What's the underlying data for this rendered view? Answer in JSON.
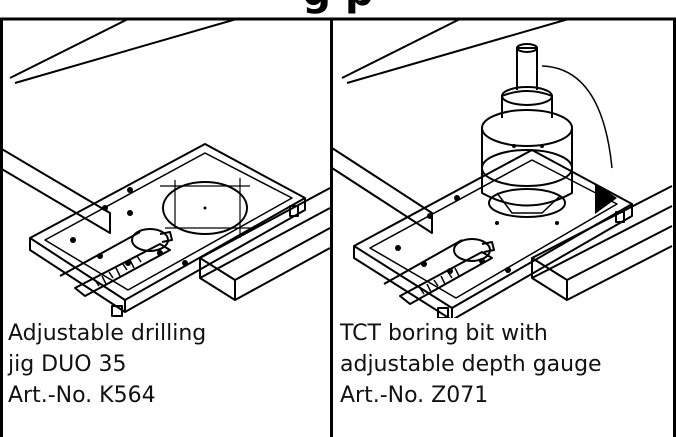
{
  "heading": "g    p",
  "panels": [
    {
      "caption_lines": [
        "Adjustable drilling",
        "jig DUO 35",
        "Art.-No. K564"
      ]
    },
    {
      "caption_lines": [
        "TCT boring bit with",
        "adjustable depth gauge",
        "Art.-No. Z071"
      ]
    }
  ]
}
